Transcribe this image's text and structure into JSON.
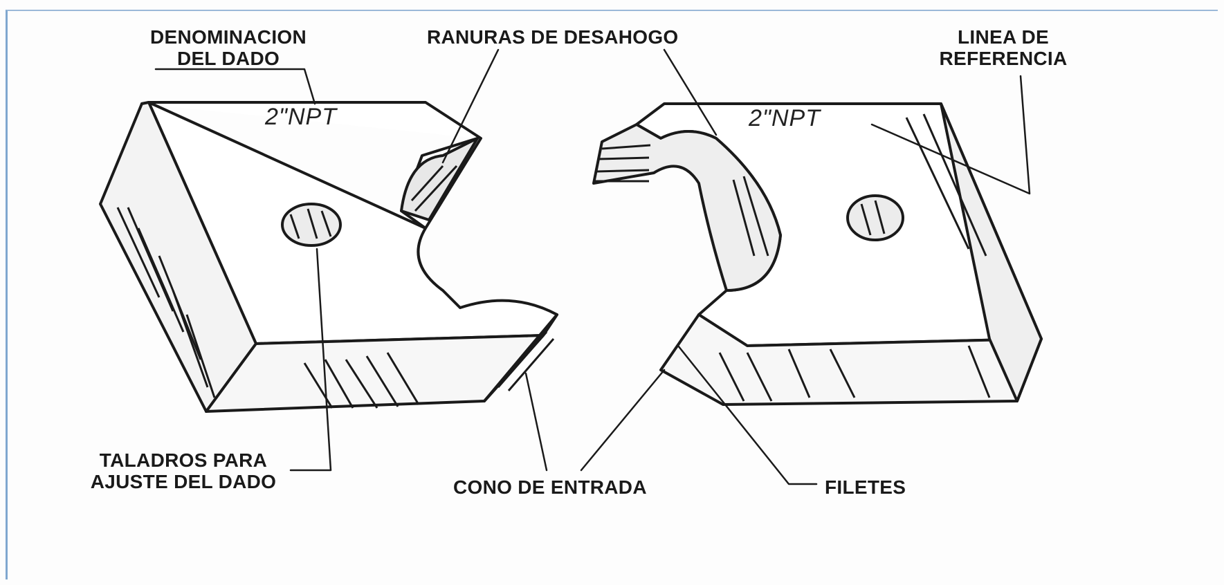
{
  "labels": {
    "denominacion": [
      "DENOMINACION",
      "DEL DADO"
    ],
    "ranuras": "RANURAS DE DESAHOGO",
    "linea": [
      "LINEA DE",
      "REFERENCIA"
    ],
    "taladros": [
      "TALADROS PARA",
      "AJUSTE DEL DADO"
    ],
    "cono": "CONO DE ENTRADA",
    "filetes": "FILETES"
  },
  "die_marking": "2\"NPT",
  "colors": {
    "ink": "#1a1a1a",
    "frame": "#7fa7cf"
  }
}
